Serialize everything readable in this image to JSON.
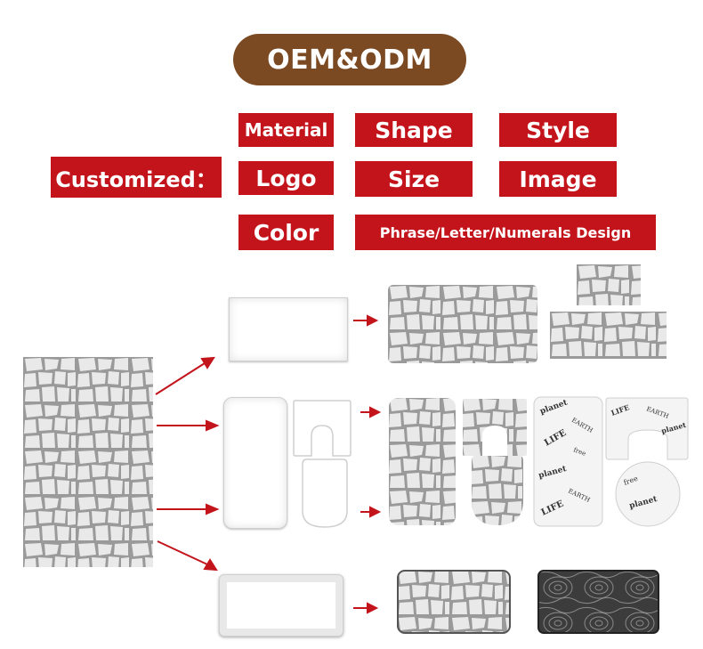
{
  "header": {
    "title": "OEM&ODM"
  },
  "customized": {
    "label": "Customized：",
    "options": {
      "material": "Material",
      "shape": "Shape",
      "style": "Style",
      "logo": "Logo",
      "size": "Size",
      "image": "Image",
      "color": "Color",
      "phrase": "Phrase/Letter/Numerals Design"
    }
  },
  "colors": {
    "header_bg": "#7b4a22",
    "tag_bg": "#c3141c",
    "arrow": "#c3141c",
    "pattern_bg": "#9a9a9a",
    "pattern_stone": "#e9e9e9"
  },
  "print_text": {
    "life": "LIFE",
    "planet": "planet",
    "earth": "EARTH",
    "free": "free"
  }
}
